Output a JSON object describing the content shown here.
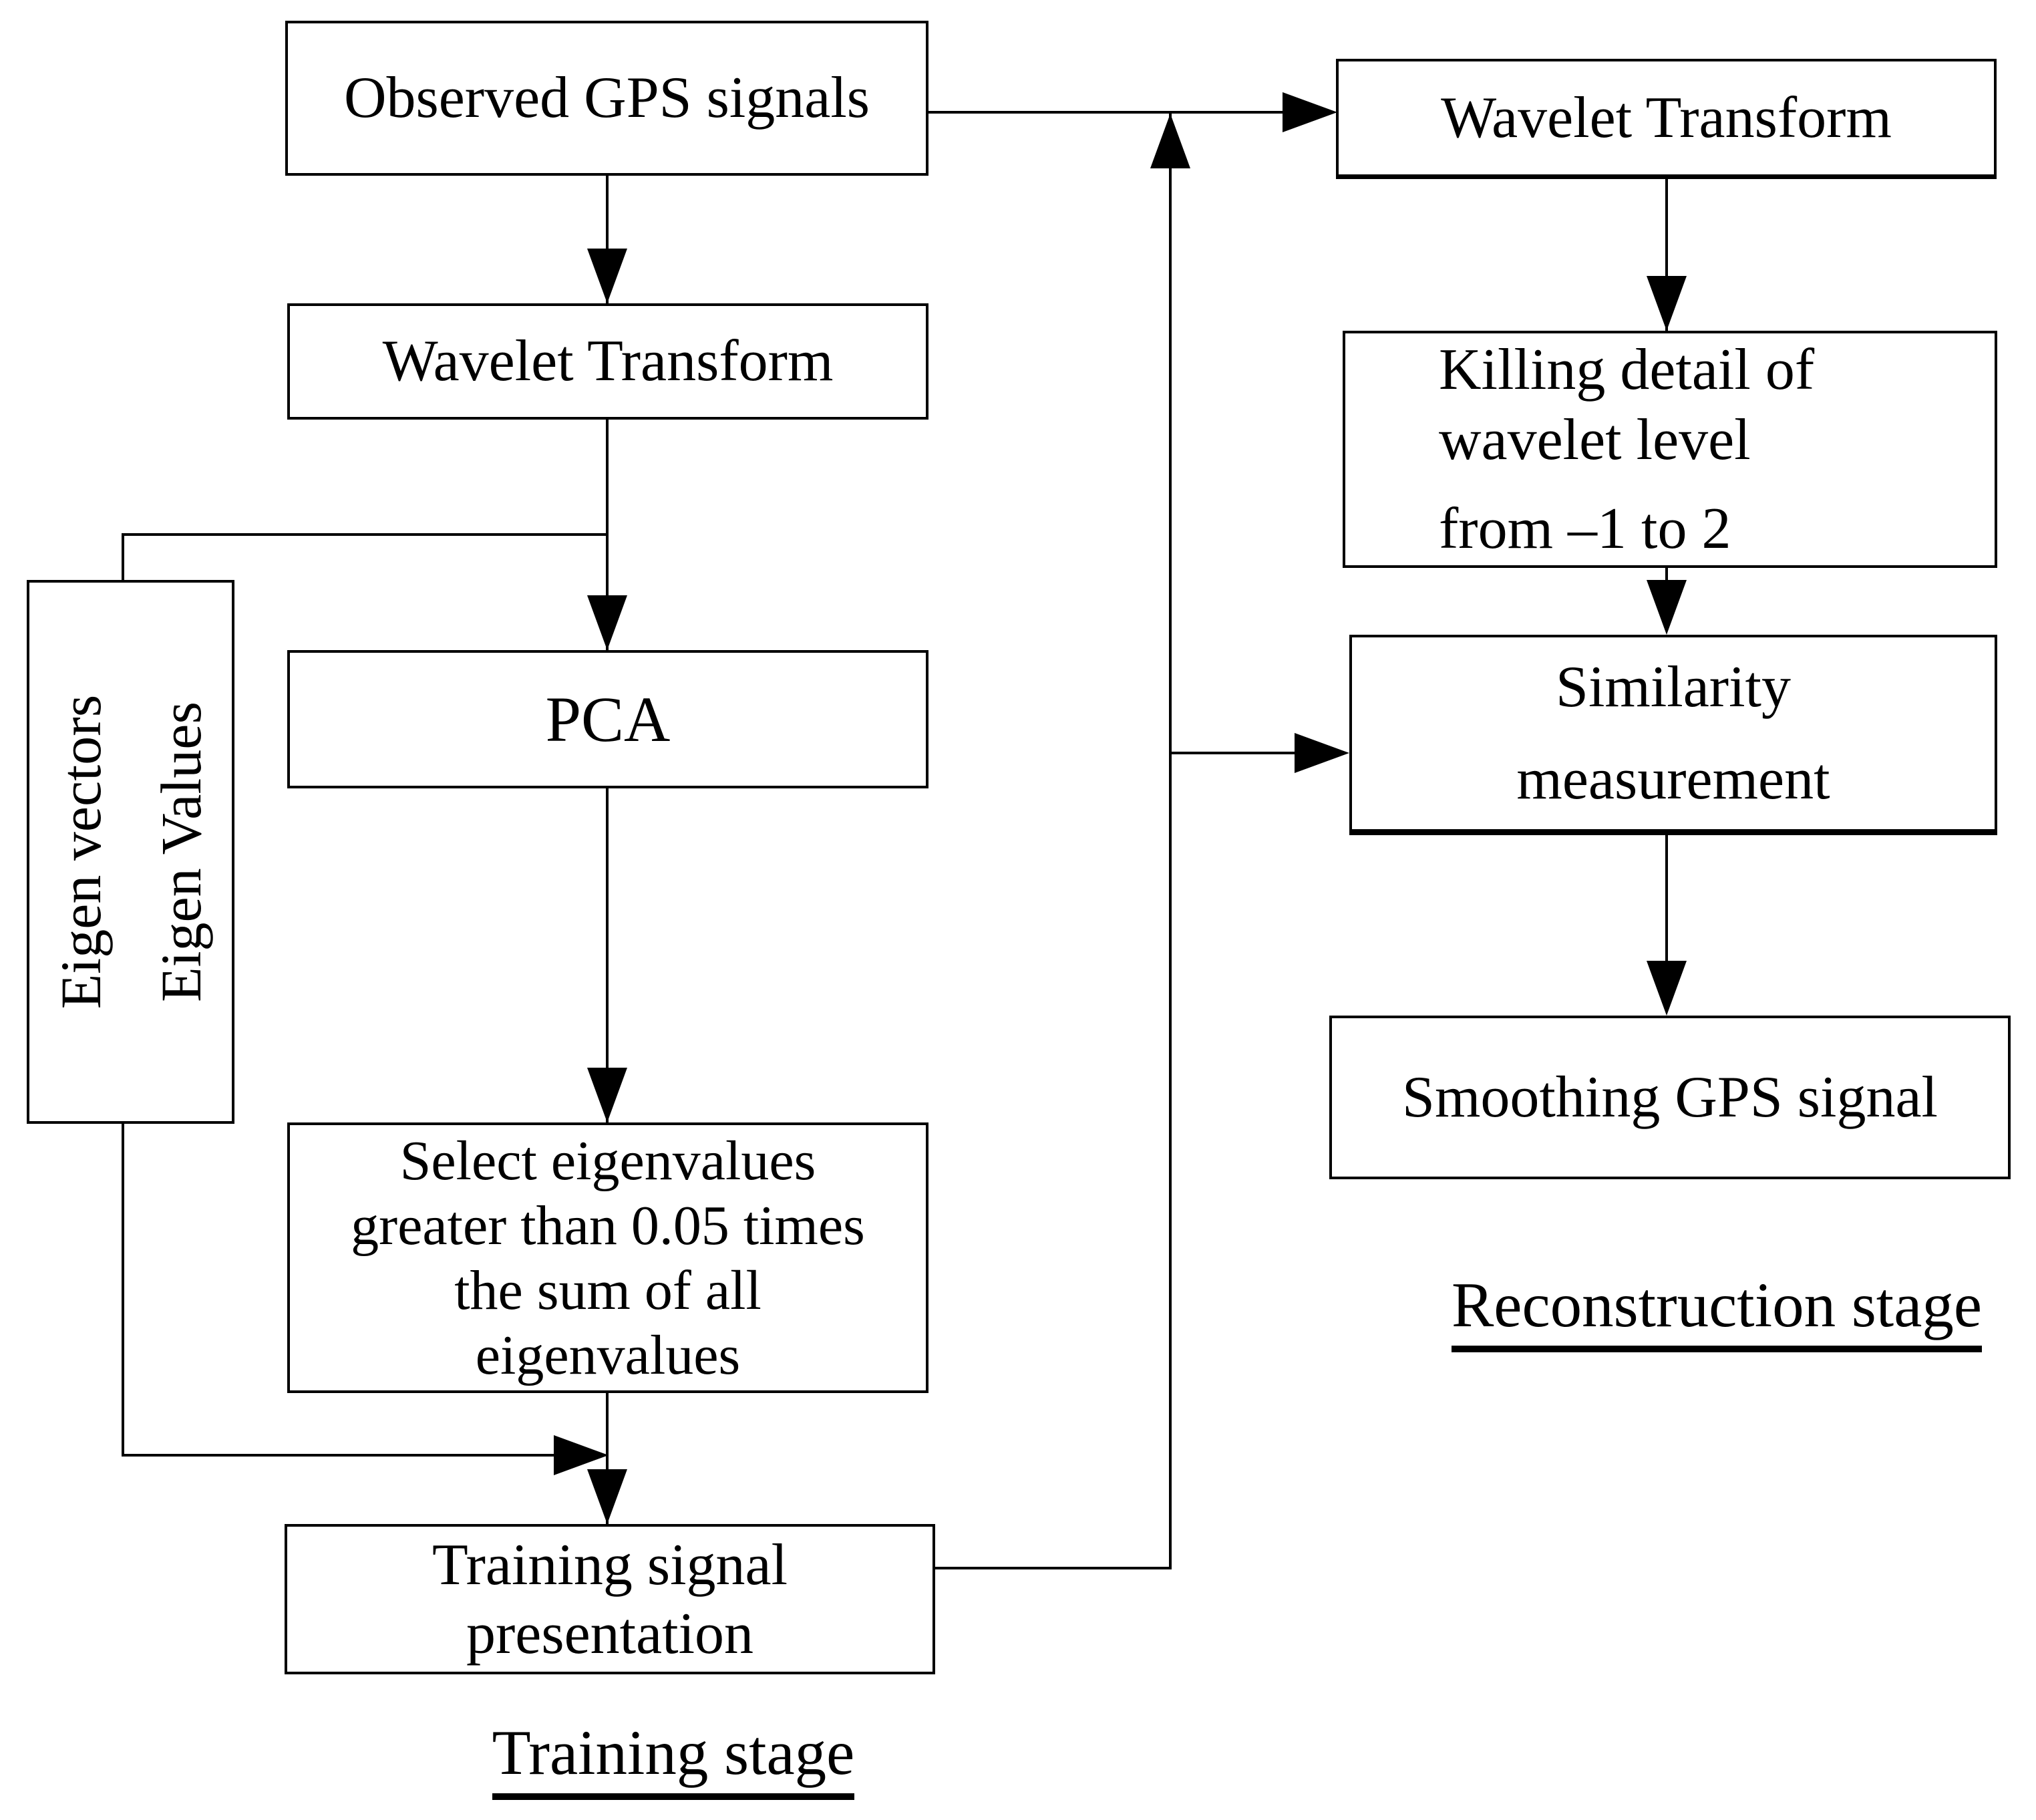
{
  "colors": {
    "line": "#000000",
    "background": "#ffffff",
    "text": "#000000"
  },
  "training_stage": {
    "observed_box": "Observed GPS signals",
    "wavelet_box": "Wavelet Transform",
    "pca_box": "PCA",
    "select_box_lines": [
      "Select eigenvalues",
      "greater than 0.05 times",
      "the sum of all",
      "eigenvalues"
    ],
    "eigen_box_lines": [
      "Eigen vectors",
      "Eigen Values"
    ],
    "training_box_lines": [
      "Training signal",
      "presentation"
    ],
    "label": "Training stage"
  },
  "reconstruction_stage": {
    "wavelet_box": "Wavelet Transform",
    "killing_box_lines": [
      "Killing detail of",
      "wavelet level",
      "from –1 to 2"
    ],
    "similarity_box_lines": [
      "Similarity",
      "measurement"
    ],
    "smoothing_box": "Smoothing GPS signal",
    "label": "Reconstruction stage"
  }
}
